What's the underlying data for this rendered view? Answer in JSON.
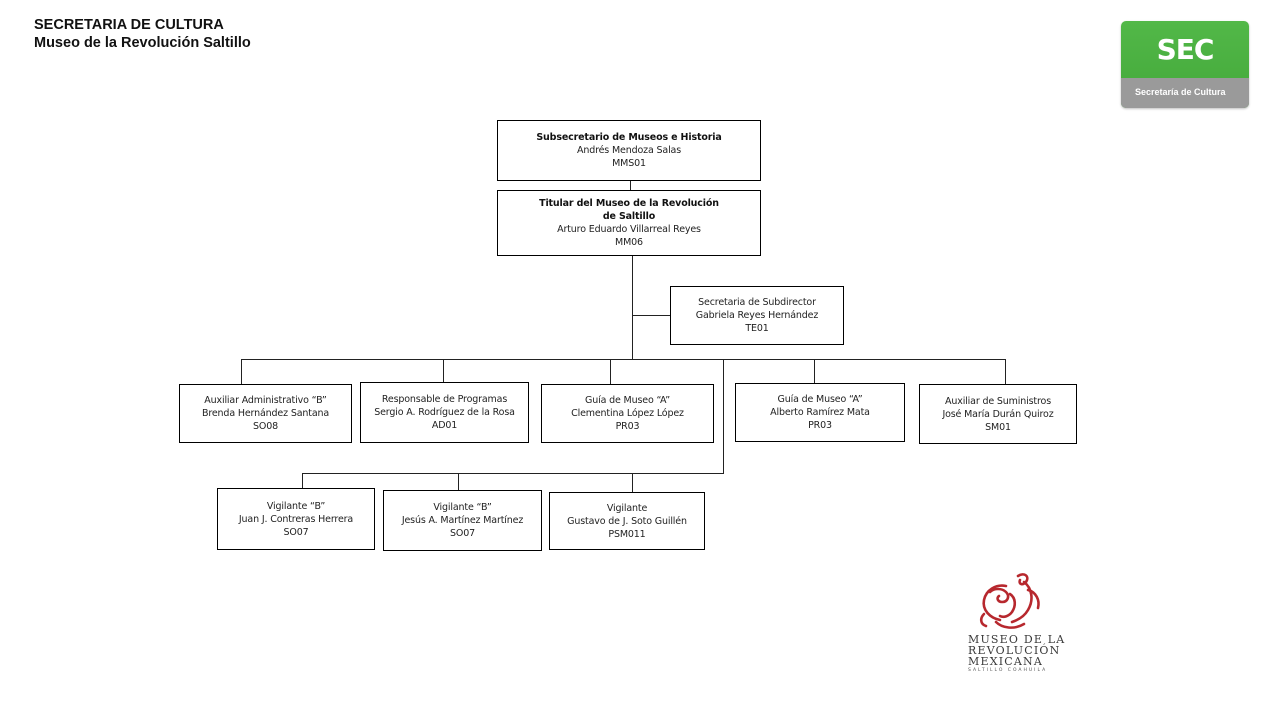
{
  "header": {
    "org": "SECRETARIA DE CULTURA",
    "unit": "Museo de la Revolución Saltillo"
  },
  "logos": {
    "sec_mark": "SEC",
    "sec_caption": "Secretaría de Cultura",
    "sec_color": "#4cb344",
    "museum_words": [
      "MUSEO DE LA",
      "REVOLUCIÓN",
      "MEXICANA"
    ],
    "museum_place": "SALTILLO COAHUILA",
    "museum_color": "#b7282e"
  },
  "org_chart": {
    "subsecretario": {
      "title": "Subsecretario de Museos e Historia",
      "name": "Andrés Mendoza Salas",
      "code": "MMS01"
    },
    "titular": {
      "title_1": "Titular del  Museo  de la Revolución",
      "title_2": "de Saltillo",
      "name": "Arturo Eduardo Villarreal Reyes",
      "code": "MM06"
    },
    "secretaria": {
      "title": "Secretaria de Subdirector",
      "name": "Gabriela Reyes  Hernández",
      "code": "TE01"
    },
    "staff": [
      {
        "title": "Auxiliar  Administrativo  “B”",
        "name": "Brenda Hernández Santana",
        "code": "SO08"
      },
      {
        "title": "Responsable de Programas",
        "name": "Sergio A. Rodríguez de la Rosa",
        "code": "AD01"
      },
      {
        "title": "Guía de Museo “A”",
        "name": "Clementina López López",
        "code": "PR03"
      },
      {
        "title": "Guía de Museo “A”",
        "name": "Alberto Ramírez  Mata",
        "code": "PR03"
      },
      {
        "title": "Auxiliar de Suministros",
        "name": "José María Durán Quiroz",
        "code": "SM01"
      }
    ],
    "vigilantes": [
      {
        "title": "Vigilante “B”",
        "name": "Juan J. Contreras Herrera",
        "code": "SO07"
      },
      {
        "title": "Vigilante “B”",
        "name": "Jesús A. Martínez Martínez",
        "code": "SO07"
      },
      {
        "title": "Vigilante",
        "name": "Gustavo de J. Soto Guillén",
        "code": "PSM011"
      }
    ]
  }
}
